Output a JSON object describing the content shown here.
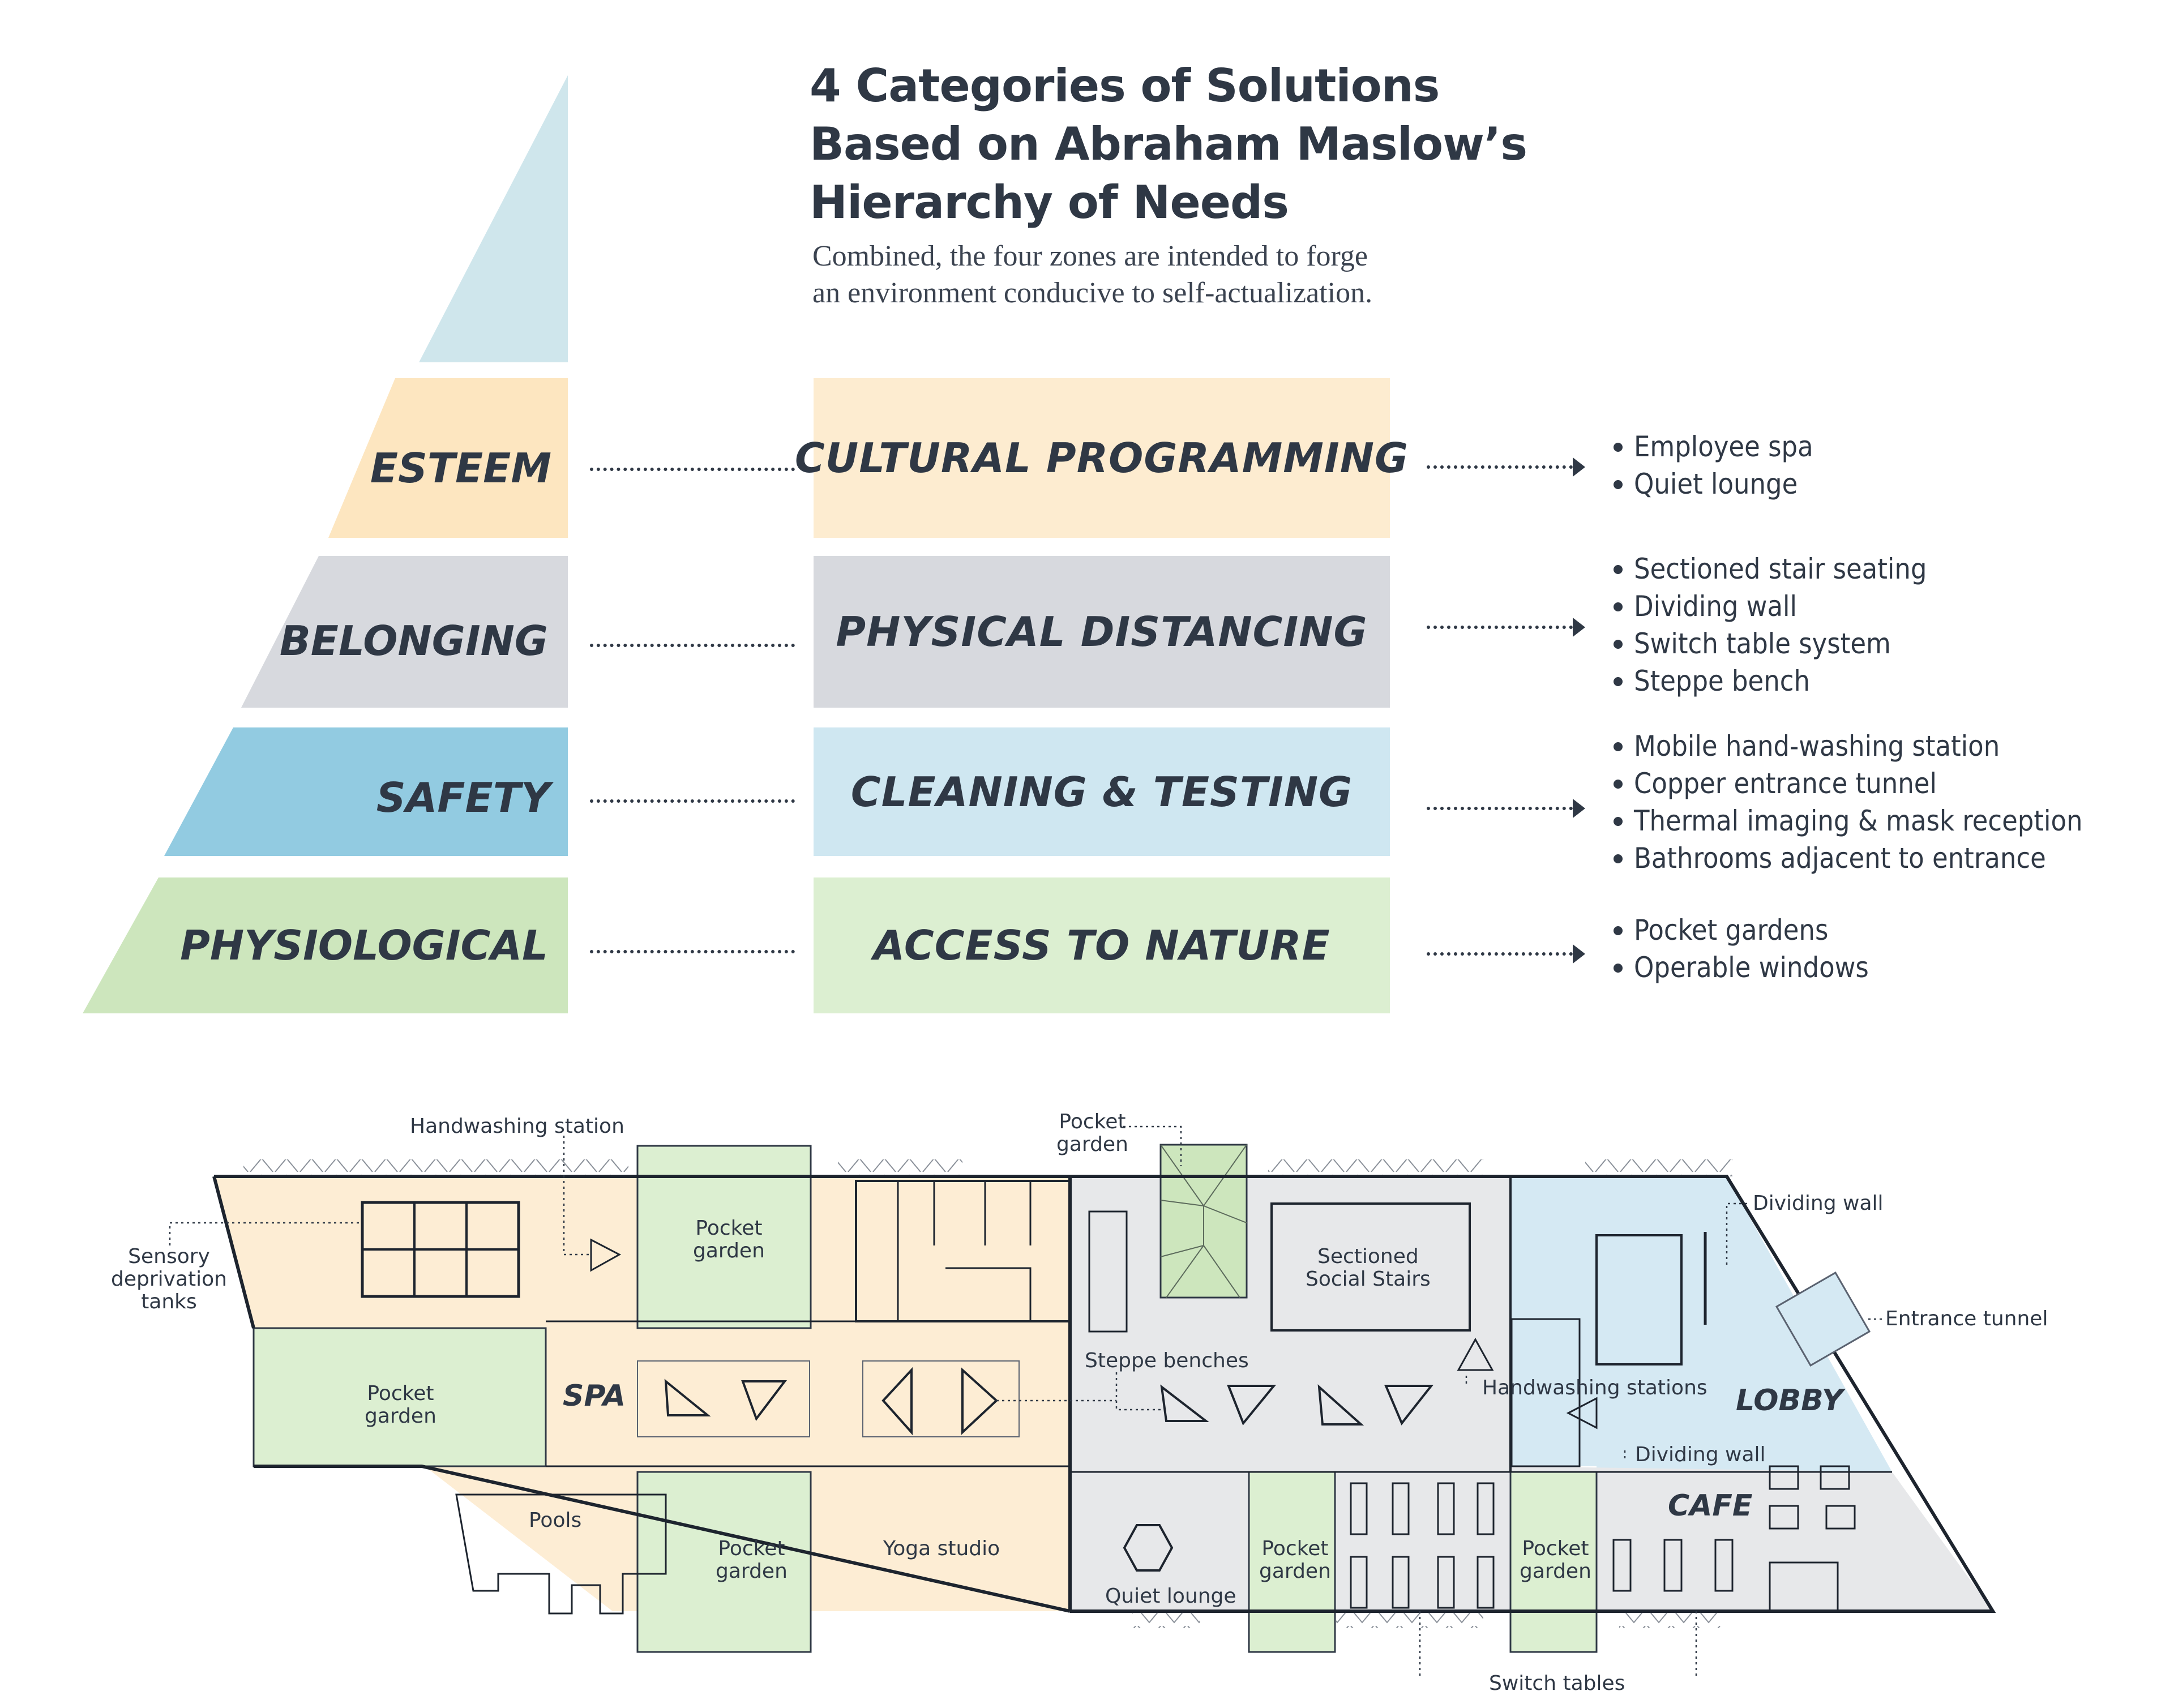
{
  "header": {
    "title_lines": [
      "4 Categories of Solutions",
      "Based on Abraham Maslow’s",
      "Hierarchy of Needs"
    ],
    "subtitle_lines": [
      "Combined, the four zones are intended to forge",
      "an environment conducive to self-actualization."
    ]
  },
  "colors": {
    "top": "#cfe6ec",
    "esteem": "#fde6c0",
    "esteem_box": "#fdecd0",
    "belonging": "#d7d9de",
    "safety": "#92cbe1",
    "safety_box": "#cfe7f1",
    "physiological": "#cde6bd",
    "physiological_box": "#dcefd1",
    "ink": "#2f3845"
  },
  "tiers": [
    {
      "name": "ESTEEM",
      "solution": "CULTURAL PROGRAMMING",
      "items": [
        "Employee spa",
        "Quiet lounge"
      ]
    },
    {
      "name": "BELONGING",
      "solution": "PHYSICAL DISTANCING",
      "items": [
        "Sectioned stair seating",
        "Dividing wall",
        "Switch table system",
        "Steppe bench"
      ]
    },
    {
      "name": "SAFETY",
      "solution": "CLEANING & TESTING",
      "items": [
        "Mobile hand-washing station",
        "Copper entrance tunnel",
        "Thermal imaging & mask reception",
        "Bathrooms adjacent to entrance"
      ]
    },
    {
      "name": "PHYSIOLOGICAL",
      "solution": "ACCESS TO NATURE",
      "items": [
        "Pocket gardens",
        "Operable windows"
      ]
    }
  ],
  "plan": {
    "rooms": {
      "spa": "SPA",
      "lobby": "LOBBY",
      "cafe": "CAFE"
    },
    "labels": {
      "handwashing_station": "Handwashing station",
      "sensory": [
        "Sensory",
        "deprivation",
        "tanks"
      ],
      "pocket_garden": [
        "Pocket",
        "garden"
      ],
      "pools": "Pools",
      "yoga": "Yoga studio",
      "quiet_lounge": "Quiet lounge",
      "sectioned_stairs": [
        "Sectioned",
        "Social Stairs"
      ],
      "steppe_benches": "Steppe benches",
      "handwashing_stations": "Handwashing stations",
      "dividing_wall": "Dividing wall",
      "entrance_tunnel": "Entrance tunnel",
      "switch_tables": "Switch tables"
    }
  }
}
